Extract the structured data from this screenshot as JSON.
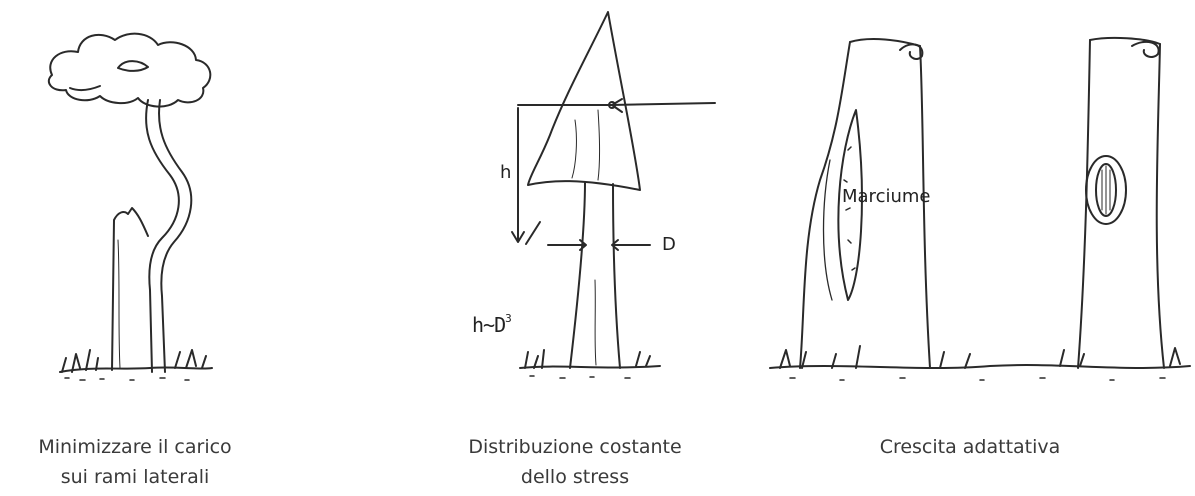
{
  "panels": [
    {
      "caption_line1": "Minimizzare il carico",
      "caption_line2": "sui rami laterali"
    },
    {
      "caption_line1": "Distribuzione costante",
      "caption_line2": "dello stress",
      "label_h": "h",
      "label_D": "D",
      "formula_base": "h~D",
      "formula_exp": "3"
    },
    {
      "caption_line1": "Crescita adattativa",
      "label_decay": "Marciume"
    }
  ],
  "colors": {
    "ink": "#2a2a2a",
    "caption": "#3a3a3a",
    "background": "#ffffff"
  }
}
